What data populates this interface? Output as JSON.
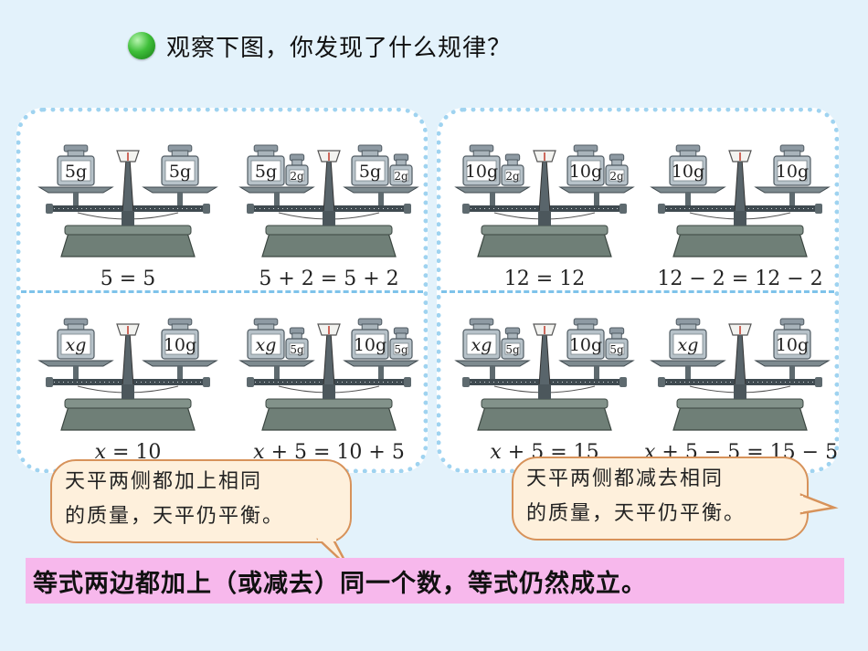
{
  "title": "观察下图，你发现了什么规律？",
  "panels": {
    "left": {
      "cells": [
        {
          "left": [
            "5g"
          ],
          "right": [
            "5g"
          ],
          "equation": "5 = 5"
        },
        {
          "left": [
            "5g",
            "2g"
          ],
          "right": [
            "5g",
            "2g"
          ],
          "equation": "5 + 2 = 5 + 2"
        },
        {
          "left": [
            "xg"
          ],
          "right": [
            "10g"
          ],
          "equation": "x = 10"
        },
        {
          "left": [
            "xg",
            "5g"
          ],
          "right": [
            "10g",
            "5g"
          ],
          "equation": "x + 5 = 10 + 5"
        }
      ]
    },
    "right": {
      "cells": [
        {
          "left": [
            "10g",
            "2g"
          ],
          "right": [
            "10g",
            "2g"
          ],
          "equation": "12 = 12"
        },
        {
          "left": [
            "10g"
          ],
          "right": [
            "10g"
          ],
          "equation": "12 − 2 = 12 − 2"
        },
        {
          "left": [
            "xg",
            "5g"
          ],
          "right": [
            "10g",
            "5g"
          ],
          "equation": "x + 5 = 15"
        },
        {
          "left": [
            "xg"
          ],
          "right": [
            "10g"
          ],
          "equation": "x + 5 − 5 = 15 − 5"
        }
      ]
    }
  },
  "bubbles": {
    "add_line1": "天平两侧都加上相同",
    "add_line2": "的质量，天平仍平衡。",
    "sub_line1": "天平两侧都减去相同",
    "sub_line2": "的质量，天平仍平衡。"
  },
  "conclusion": "等式两边都加上（或减去）同一个数，等式仍然成立。",
  "colors": {
    "background": "#e3f2fb",
    "panel_border": "#9fd3f0",
    "bubble_fill": "#fef0dc",
    "bubble_border": "#d7925a",
    "conclusion_fill": "#f7b8ec",
    "bullet": "#3fbf3a"
  }
}
